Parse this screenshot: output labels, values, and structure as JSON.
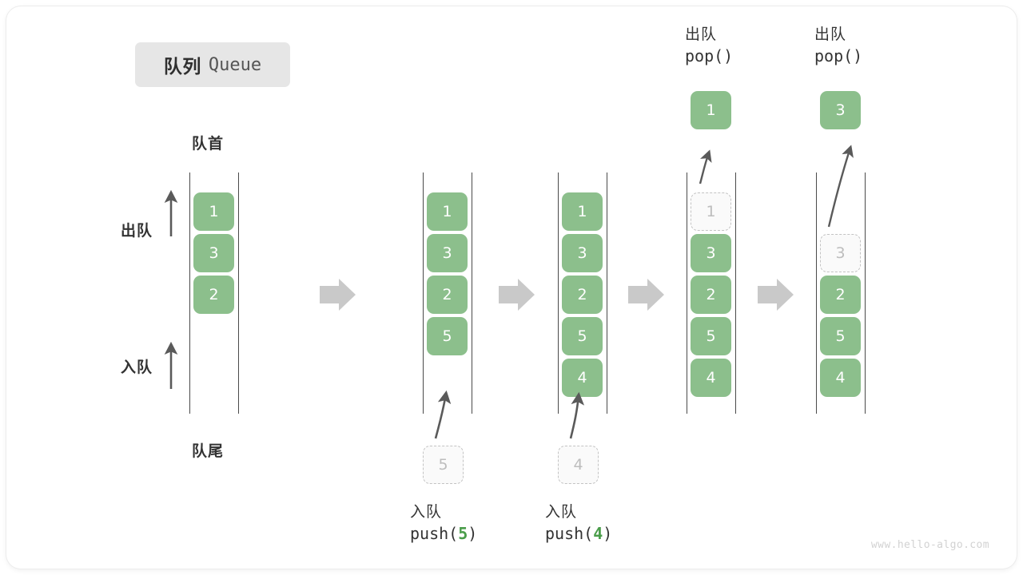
{
  "title": {
    "cn": "队列",
    "en": "Queue"
  },
  "labels": {
    "front": "队首",
    "rear": "队尾",
    "dequeue": "出队",
    "enqueue": "入队"
  },
  "colors": {
    "cell_fill": "#8CBF8C",
    "ghost_border": "#c3c3c3",
    "ghost_text": "#bdbdbd",
    "rail": "#4a4a4a",
    "arrow": "#5a5a5a",
    "step_arrow": "#c9c9c9",
    "code_accent": "#4a9d4a",
    "badge_bg": "#e6e6e6"
  },
  "columns": [
    {
      "name": "initial-queue",
      "cells": [
        "1",
        "3",
        "2"
      ],
      "ghost_index": null
    },
    {
      "name": "after-push-5",
      "cells": [
        "1",
        "3",
        "2",
        "5"
      ],
      "ghost_index": null
    },
    {
      "name": "after-push-4",
      "cells": [
        "1",
        "3",
        "2",
        "5",
        "4"
      ],
      "ghost_index": null
    },
    {
      "name": "after-pop-1",
      "cells": [
        "1",
        "3",
        "2",
        "5",
        "4"
      ],
      "ghost_index": 0
    },
    {
      "name": "after-pop-3",
      "cells": [
        "3",
        "2",
        "5",
        "4"
      ],
      "ghost_index": 0
    }
  ],
  "operations": {
    "push_5": {
      "cn": "入队",
      "code_pre": "push(",
      "code_num": "5",
      "code_post": ")",
      "ghost_value": "5"
    },
    "push_4": {
      "cn": "入队",
      "code_pre": "push(",
      "code_num": "4",
      "code_post": ")",
      "ghost_value": "4"
    },
    "pop_1": {
      "cn": "出队",
      "code": "pop()",
      "result": "1"
    },
    "pop_3": {
      "cn": "出队",
      "code": "pop()",
      "result": "3"
    }
  },
  "watermark": "www.hello-algo.com"
}
